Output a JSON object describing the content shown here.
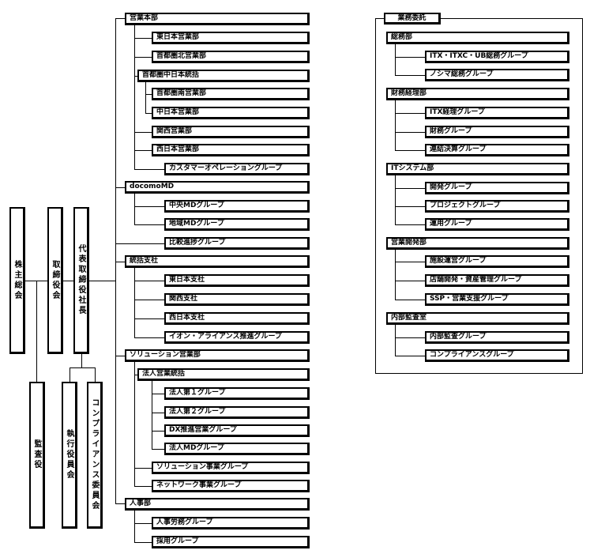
{
  "chart_data": {
    "type": "org-chart",
    "left_column": {
      "shareholders": "株主総会",
      "board": "取締役会",
      "ceo": "代表取締役社長",
      "auditor": "監査役",
      "executive_committee": "執行役員会",
      "compliance_committee": "コンプライアンス委員会"
    },
    "divisions": [
      {
        "name": "営業本部",
        "children": [
          "東日本営業部",
          "首都圏北営業部",
          {
            "name": "首都圏中日本統括",
            "children": [
              "首都圏南営業部",
              "中日本営業部"
            ]
          },
          "関西営業部",
          "西日本営業部",
          "カスタマーオペレーショングループ"
        ]
      },
      {
        "name": "docomoMD",
        "children": [
          "中央MDグループ",
          "地域MDグループ"
        ]
      },
      {
        "name": "比較進捗グループ",
        "children": []
      },
      {
        "name": "統括支社",
        "children": [
          "東日本支社",
          "関西支社",
          "西日本支社",
          "イオン・アライアンス推進グループ"
        ]
      },
      {
        "name": "ソリューション営業部",
        "children": [
          {
            "name": "法人営業統括",
            "children": [
              "法人第１グループ",
              "法人第２グループ",
              "DX推進営業グループ",
              "法人MDグループ"
            ]
          },
          "ソリューション事業グループ",
          "ネットワーク事業グループ"
        ]
      },
      {
        "name": "人事部",
        "children": [
          "人事労務グループ",
          "採用グループ"
        ]
      }
    ],
    "outsourced": {
      "title": "業務委託",
      "departments": [
        {
          "name": "総務部",
          "children": [
            "ITX・ITXC・UB総務グループ",
            "ノシマ総務グループ"
          ]
        },
        {
          "name": "財務経理部",
          "children": [
            "ITX経理グループ",
            "財務グループ",
            "連結決算グループ"
          ]
        },
        {
          "name": "ITシステム部",
          "children": [
            "開発グループ",
            "プロジェクトグループ",
            "運用グループ"
          ]
        },
        {
          "name": "営業開発部",
          "children": [
            "施設運営グループ",
            "店舗開発・資産管理グループ",
            "SSP・営業支援グループ"
          ]
        },
        {
          "name": "内部監査室",
          "children": [
            "内部監査グループ",
            "コンプライアンスグループ"
          ]
        }
      ]
    }
  }
}
